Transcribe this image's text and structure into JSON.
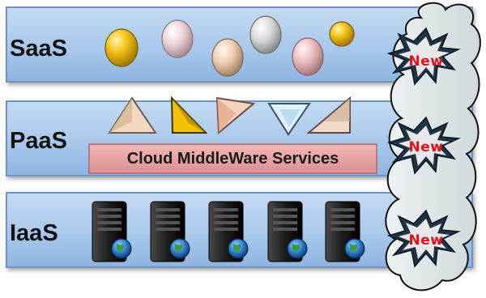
{
  "layers": [
    {
      "label": "SaaS"
    },
    {
      "label": "PaaS"
    },
    {
      "label": "IaaS"
    }
  ],
  "middleware": {
    "label": "Cloud MiddleWare Services"
  },
  "badges": [
    {
      "label": "New"
    },
    {
      "label": "New"
    },
    {
      "label": "New"
    }
  ],
  "colors": {
    "layer_fill": "#a6c6ea",
    "middleware_fill": "#e8a0a0",
    "badge_text": "#e4101b",
    "cloud_fill": "#dfe6e8"
  }
}
